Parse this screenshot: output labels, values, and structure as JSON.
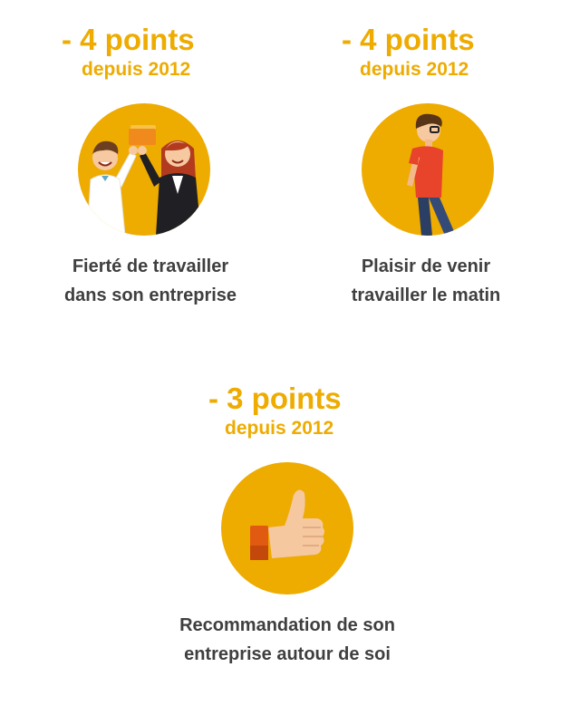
{
  "stats": [
    {
      "delta": "- 4 points",
      "since": "depuis 2012",
      "caption_line1": "Fierté de travailler",
      "caption_line2": "dans son entreprise",
      "icon": "colleagues-celebrating-icon"
    },
    {
      "delta": "- 4 points",
      "since": "depuis 2012",
      "caption_line1": "Plaisir de venir",
      "caption_line2": "travailler le matin",
      "icon": "walking-man-icon"
    },
    {
      "delta": "- 3 points",
      "since": "depuis 2012",
      "caption_line1": "Recommandation de son",
      "caption_line2": "entreprise autour de soi",
      "icon": "thumbs-up-icon"
    }
  ],
  "colors": {
    "accent": "#eeab00",
    "text": "#3f3f3f",
    "background": "#ffffff"
  }
}
